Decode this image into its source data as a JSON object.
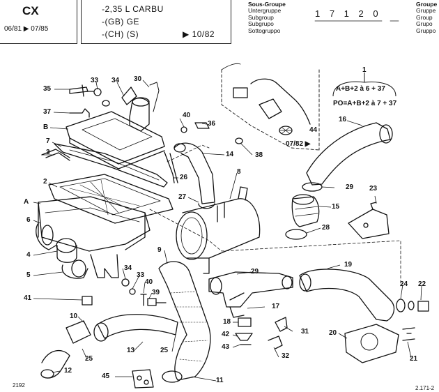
{
  "header": {
    "model": "CX",
    "dates": "06/81 ▶ 07/85",
    "engine_lines": [
      "-2,35 L CARBU",
      "-(GB) GE",
      "-(CH) (S)"
    ],
    "engine_date": "▶ 10/82",
    "subgroup_labels": [
      "Sous-Groupe",
      "Untergruppe",
      "Subgroup",
      "Subgrupo",
      "Sottogruppo"
    ],
    "subgroup_code": "1 7 1 2 0",
    "group_labels": [
      "Groupe",
      "Gruppe",
      "Group",
      "Grupo",
      "Gruppo"
    ]
  },
  "inset": {
    "date": "07/82 ▶",
    "part": "44"
  },
  "kit": {
    "number": "1",
    "formula_1": "A+B+2 à 6 + 37",
    "formula_2": "PO=A+B+2 à 7 + 37"
  },
  "callouts": [
    {
      "id": "35",
      "label": "35"
    },
    {
      "id": "33a",
      "label": "33"
    },
    {
      "id": "34a",
      "label": "34"
    },
    {
      "id": "30",
      "label": "30"
    },
    {
      "id": "37",
      "label": "37"
    },
    {
      "id": "B",
      "label": "B"
    },
    {
      "id": "40a",
      "label": "40"
    },
    {
      "id": "36",
      "label": "36"
    },
    {
      "id": "38",
      "label": "38"
    },
    {
      "id": "3",
      "label": "3"
    },
    {
      "id": "7",
      "label": "7"
    },
    {
      "id": "14",
      "label": "14"
    },
    {
      "id": "16",
      "label": "16"
    },
    {
      "id": "2",
      "label": "2"
    },
    {
      "id": "26",
      "label": "26"
    },
    {
      "id": "8",
      "label": "8"
    },
    {
      "id": "29a",
      "label": "29"
    },
    {
      "id": "23",
      "label": "23"
    },
    {
      "id": "A",
      "label": "A"
    },
    {
      "id": "27",
      "label": "27"
    },
    {
      "id": "15",
      "label": "15"
    },
    {
      "id": "6",
      "label": "6"
    },
    {
      "id": "28",
      "label": "28"
    },
    {
      "id": "4",
      "label": "4"
    },
    {
      "id": "9",
      "label": "9"
    },
    {
      "id": "19",
      "label": "19"
    },
    {
      "id": "5",
      "label": "5"
    },
    {
      "id": "34b",
      "label": "34"
    },
    {
      "id": "29b",
      "label": "29"
    },
    {
      "id": "33b",
      "label": "33"
    },
    {
      "id": "40b",
      "label": "40"
    },
    {
      "id": "24",
      "label": "24"
    },
    {
      "id": "22",
      "label": "22"
    },
    {
      "id": "41",
      "label": "41"
    },
    {
      "id": "39",
      "label": "39"
    },
    {
      "id": "17",
      "label": "17"
    },
    {
      "id": "10",
      "label": "10"
    },
    {
      "id": "18",
      "label": "18"
    },
    {
      "id": "31",
      "label": "31"
    },
    {
      "id": "20",
      "label": "20"
    },
    {
      "id": "42",
      "label": "42"
    },
    {
      "id": "43",
      "label": "43"
    },
    {
      "id": "13",
      "label": "13"
    },
    {
      "id": "25a",
      "label": "25"
    },
    {
      "id": "25b",
      "label": "25"
    },
    {
      "id": "32",
      "label": "32"
    },
    {
      "id": "21",
      "label": "21"
    },
    {
      "id": "12",
      "label": "12"
    },
    {
      "id": "45",
      "label": "45"
    },
    {
      "id": "11",
      "label": "11"
    }
  ],
  "footer": {
    "left": "2192",
    "right": "2.171-2"
  }
}
